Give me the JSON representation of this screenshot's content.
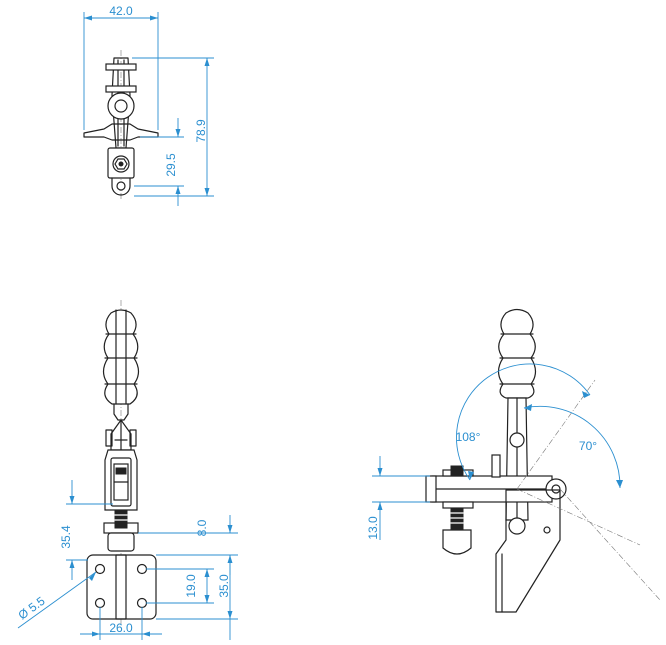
{
  "top_view": {
    "dims": {
      "width": "42.0",
      "height": "78.9",
      "offset": "29.5"
    }
  },
  "front_view": {
    "dims": {
      "height_a": "35.4",
      "base_thickness": "8.0",
      "hole_spacing_v": "19.0",
      "base_height": "35.0",
      "hole_spacing_h": "26.0",
      "hole_dia": "Ø 5.5"
    }
  },
  "side_view": {
    "dims": {
      "open_angle": "108°",
      "lever_angle": "70°",
      "spindle_height": "13.0"
    }
  },
  "colors": {
    "dimension": "#2b8fd0",
    "outline": "#222222"
  }
}
